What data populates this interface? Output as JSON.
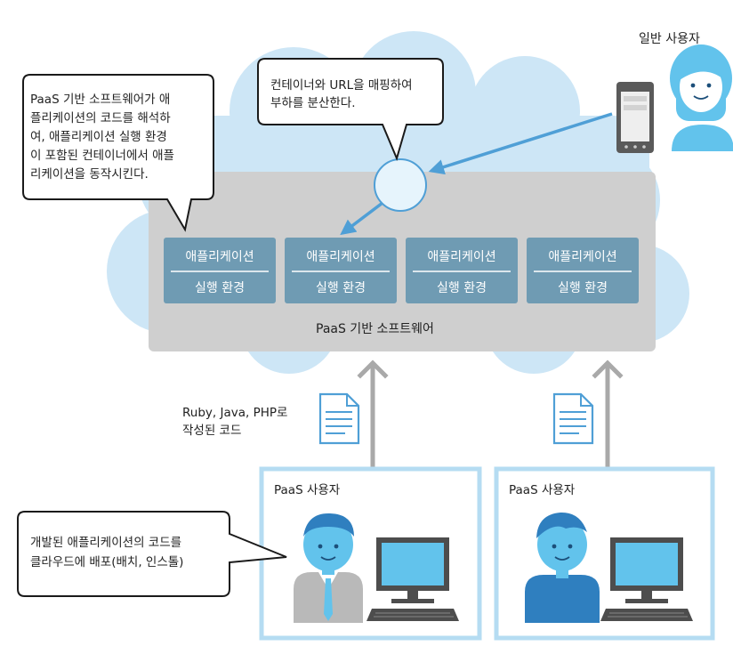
{
  "callouts": {
    "paas_explain": "PaaS 기반 소프트웨어가 애\n플리케이션의 코드를 해석하\n여, 애플리케이션 실행 환경\n이 포함된 컨테이너에서 애플\n리케이션을 동작시킨다.",
    "load_balance": "컨테이너와 URL을 매핑하여\n부하를 분산한다.",
    "deploy": "개발된 애플리케이션의 코드를\n클라우드에 배포(배치, 인스톨)"
  },
  "general_user": {
    "label": "일반 사용자"
  },
  "platform": {
    "label": "PaaS 기반 소프트웨어",
    "containers": [
      {
        "app": "애플리케이션",
        "runtime": "실행 환경"
      },
      {
        "app": "애플리케이션",
        "runtime": "실행 환경"
      },
      {
        "app": "애플리케이션",
        "runtime": "실행 환경"
      },
      {
        "app": "애플리케이션",
        "runtime": "실행 환경"
      }
    ]
  },
  "code_note": "Ruby, Java, PHP로\n작성된 코드",
  "paas_users": [
    {
      "label": "PaaS 사용자"
    },
    {
      "label": "PaaS 사용자"
    }
  ],
  "colors": {
    "cloud": "#cde6f6",
    "platform": "#cfcfcf",
    "container": "#6f9bb3",
    "arrow_blue": "#4f9fd6",
    "arrow_gray": "#a9a9a9",
    "frame": "#b5dcf2",
    "person_blue": "#62c3ec"
  }
}
